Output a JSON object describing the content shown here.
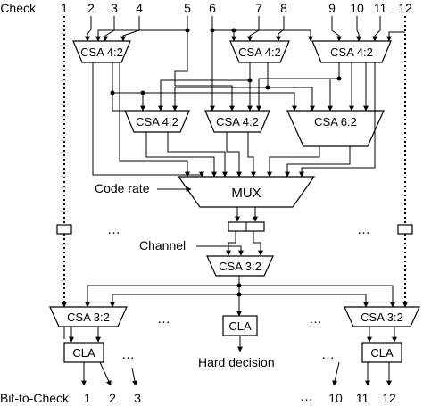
{
  "header": {
    "check_label": "Check",
    "inputs": [
      "1",
      "2",
      "3",
      "4",
      "5",
      "6",
      "7",
      "8",
      "9",
      "10",
      "11",
      "12"
    ]
  },
  "blocks": {
    "csa42": "CSA 4:2",
    "csa62": "CSA 6:2",
    "csa32": "CSA 3:2",
    "mux": "MUX",
    "cla": "CLA"
  },
  "labels": {
    "code_rate": "Code rate",
    "channel": "Channel",
    "hard_decision": "Hard decision",
    "ellipsis": "…"
  },
  "footer": {
    "bit_to_check_label": "Bit-to-Check",
    "outputs_left": [
      "1",
      "2",
      "3"
    ],
    "outputs_right": [
      "10",
      "11",
      "12"
    ]
  }
}
